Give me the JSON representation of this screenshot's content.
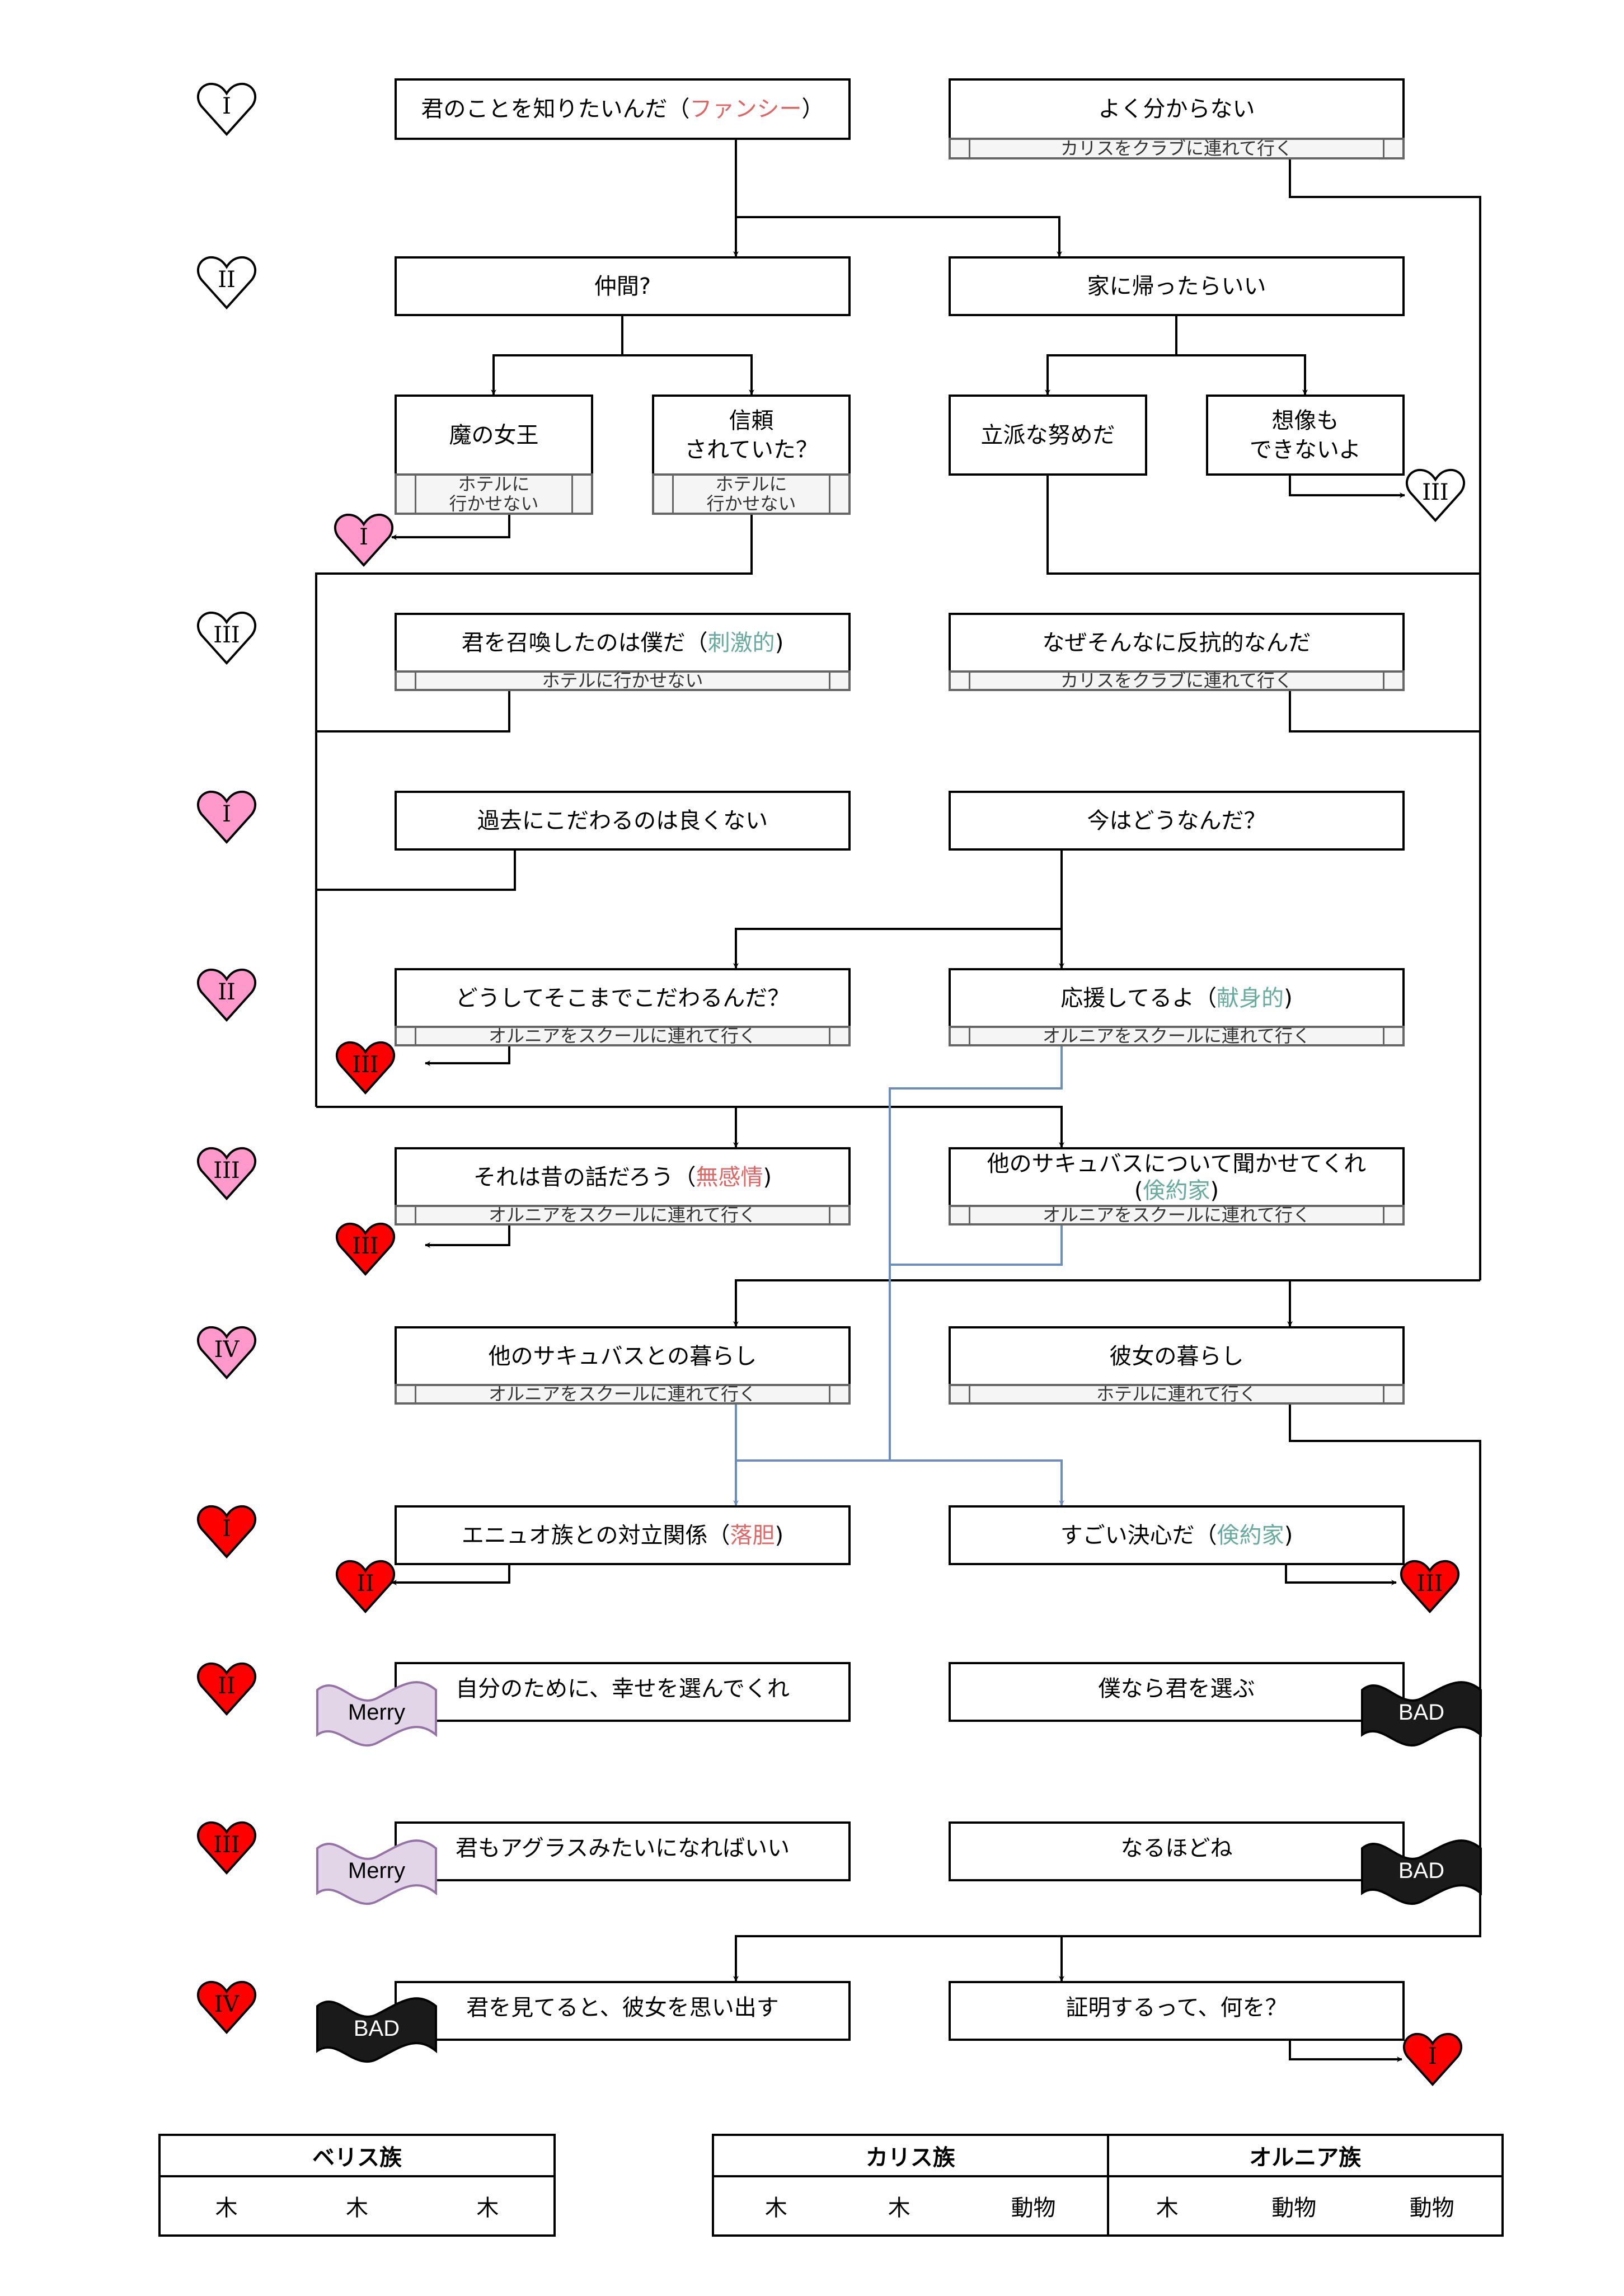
{
  "rows": [
    {
      "marker": {
        "numeral": "I",
        "style": "outline"
      }
    },
    {
      "marker": {
        "numeral": "II",
        "style": "outline"
      }
    },
    {
      "marker": {
        "numeral": "III",
        "style": "outline"
      }
    },
    {
      "marker": {
        "numeral": "I",
        "style": "pink"
      }
    },
    {
      "marker": {
        "numeral": "II",
        "style": "pink"
      }
    },
    {
      "marker": {
        "numeral": "III",
        "style": "pink"
      }
    },
    {
      "marker": {
        "numeral": "IV",
        "style": "pink"
      }
    },
    {
      "marker": {
        "numeral": "I",
        "style": "red"
      }
    },
    {
      "marker": {
        "numeral": "II",
        "style": "red"
      }
    },
    {
      "marker": {
        "numeral": "III",
        "style": "red"
      }
    },
    {
      "marker": {
        "numeral": "IV",
        "style": "red"
      }
    }
  ],
  "nodes": {
    "r1_left": {
      "text": "君のことを知りたいんだ（",
      "tag": "ファンシー",
      "tag_color": "red",
      "close": "）"
    },
    "r1_right": {
      "text": "よく分からない",
      "action": "カリスをクラブに連れて行く"
    },
    "r2_left": {
      "text": "仲間?"
    },
    "r2_right": {
      "text": "家に帰ったらいい"
    },
    "r2_left_a": {
      "text": "魔の女王",
      "action": "ホテルに\n行かせない",
      "action_l1": "ホテルに",
      "action_l2": "行かせない",
      "goto": "I"
    },
    "r2_left_b": {
      "line1": "信頼",
      "line2": "されていた？",
      "action_l1": "ホテルに",
      "action_l2": "行かせない"
    },
    "r2_right_a": {
      "text": "立派な努めだ"
    },
    "r2_right_b": {
      "line1": "想像も",
      "line2": "できないよ",
      "goto": "III"
    },
    "r3_left": {
      "text": "君を召喚したのは僕だ（",
      "tag": "刺激的",
      "tag_color": "teal",
      "close": ")",
      "action": "ホテルに行かせない"
    },
    "r3_right": {
      "text": "なぜそんなに反抗的なんだ",
      "action": "カリスをクラブに連れて行く"
    },
    "r4_left": {
      "text": "過去にこだわるのは良くない"
    },
    "r4_right": {
      "text": "今はどうなんだ？"
    },
    "r5_left": {
      "text": "どうしてそこまでこだわるんだ？",
      "action": "オルニアをスクールに連れて行く",
      "goto": "III"
    },
    "r5_right": {
      "text": "応援してるよ（",
      "tag": "献身的",
      "tag_color": "teal",
      "close": ")",
      "action": "オルニアをスクールに連れて行く"
    },
    "r6_left": {
      "text": "それは昔の話だろう（",
      "tag": "無感情",
      "tag_color": "red",
      "close": ")",
      "action": "オルニアをスクールに連れて行く",
      "goto": "III"
    },
    "r6_right": {
      "line1": "他のサキュバスについて聞かせてくれ",
      "open": "(",
      "tag": "倹約家",
      "tag_color": "teal",
      "close": ")",
      "action": "オルニアをスクールに連れて行く"
    },
    "r7_left": {
      "text": "他のサキュバスとの暮らし",
      "action": "オルニアをスクールに連れて行く"
    },
    "r7_right": {
      "text": "彼女の暮らし",
      "action": "ホテルに連れて行く"
    },
    "r8_left": {
      "text": "エニュオ族との対立関係（",
      "tag": "落胆",
      "tag_color": "red",
      "close": ")",
      "goto": "II"
    },
    "r8_right": {
      "text": "すごい決心だ（",
      "tag": "倹約家",
      "tag_color": "teal",
      "close": ")",
      "goto": "III"
    },
    "r9_left": {
      "text": "自分のために、幸せを選んでくれ",
      "ending": "Merry"
    },
    "r9_right": {
      "text": "僕なら君を選ぶ",
      "ending": "BAD"
    },
    "r10_left": {
      "text": "君もアグラスみたいになればいい",
      "ending": "Merry"
    },
    "r10_right": {
      "text": "なるほどね",
      "ending": "BAD"
    },
    "r11_left": {
      "text": "君を見てると、彼女を思い出す",
      "ending": "BAD"
    },
    "r11_right": {
      "text": "証明するって、何を？",
      "goto": "I"
    }
  },
  "legend": {
    "tables": [
      {
        "headers": [
          "ベリス族"
        ],
        "cells": [
          [
            "木",
            "木",
            "木"
          ]
        ]
      },
      {
        "headers": [
          "カリス族",
          "オルニア族"
        ],
        "cells": [
          [
            "木",
            "木",
            "動物"
          ],
          [
            "木",
            "動物",
            "動物"
          ]
        ]
      }
    ]
  },
  "colors": {
    "pink_heart": "#ff99cc",
    "red_heart": "#ff0000",
    "merry_fill": "#e1d5e7",
    "merry_stroke": "#9673a6",
    "bad_fill": "#1a1a1a",
    "blue_line": "#6c8ebf",
    "tag_red": "#e06666",
    "tag_teal": "#67ab9f"
  }
}
